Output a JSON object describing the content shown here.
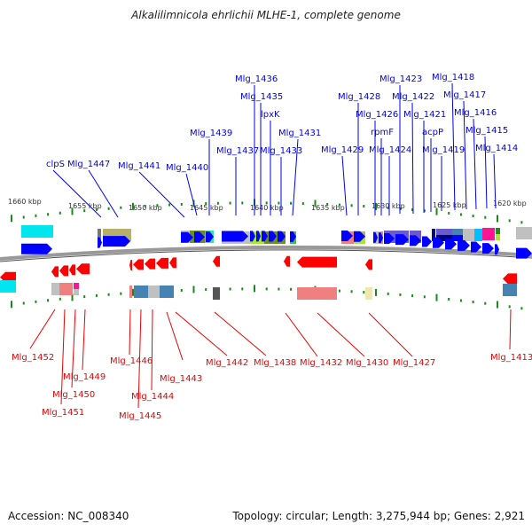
{
  "title": "Alkalilimnicola ehrlichii MLHE-1, complete genome",
  "footer": {
    "accession": "Accession: NC_008340",
    "topology": "Topology: circular; Length: 3,275,944 bp; Genes: 2,921"
  },
  "colors": {
    "forward_gene": "#0000ff",
    "reverse_gene": "#ff0000",
    "forward_label": "#0000ee",
    "reverse_label": "#ee0000",
    "tick": "#1a8a1a",
    "backbone": "#888888"
  },
  "kbp_ticks": [
    "1660 kbp",
    "1655 kbp",
    "1650 kbp",
    "1645 kbp",
    "1640 kbp",
    "1635 kbp",
    "1630 kbp",
    "1625 kbp",
    "1620 kbp"
  ],
  "forward_labels": [
    {
      "name": "clpS"
    },
    {
      "name": "Mlg_1447"
    },
    {
      "name": "Mlg_1441"
    },
    {
      "name": "Mlg_1440"
    },
    {
      "name": "Mlg_1439"
    },
    {
      "name": "Mlg_1437"
    },
    {
      "name": "Mlg_1436"
    },
    {
      "name": "Mlg_1435"
    },
    {
      "name": "lpxK"
    },
    {
      "name": "Mlg_1433"
    },
    {
      "name": "Mlg_1431"
    },
    {
      "name": "Mlg_1429"
    },
    {
      "name": "Mlg_1428"
    },
    {
      "name": "Mlg_1426"
    },
    {
      "name": "rpmF"
    },
    {
      "name": "Mlg_1424"
    },
    {
      "name": "Mlg_1423"
    },
    {
      "name": "Mlg_1422"
    },
    {
      "name": "Mlg_1421"
    },
    {
      "name": "acpP"
    },
    {
      "name": "Mlg_1419"
    },
    {
      "name": "Mlg_1418"
    },
    {
      "name": "Mlg_1417"
    },
    {
      "name": "Mlg_1416"
    },
    {
      "name": "Mlg_1415"
    },
    {
      "name": "Mlg_1414"
    }
  ],
  "reverse_labels": [
    {
      "name": "Mlg_1452"
    },
    {
      "name": "Mlg_1451"
    },
    {
      "name": "Mlg_1450"
    },
    {
      "name": "Mlg_1449"
    },
    {
      "name": "Mlg_1446"
    },
    {
      "name": "Mlg_1445"
    },
    {
      "name": "Mlg_1444"
    },
    {
      "name": "Mlg_1443"
    },
    {
      "name": "Mlg_1442"
    },
    {
      "name": "Mlg_1438"
    },
    {
      "name": "Mlg_1432"
    },
    {
      "name": "Mlg_1430"
    },
    {
      "name": "Mlg_1427"
    },
    {
      "name": "Mlg_1413"
    }
  ]
}
